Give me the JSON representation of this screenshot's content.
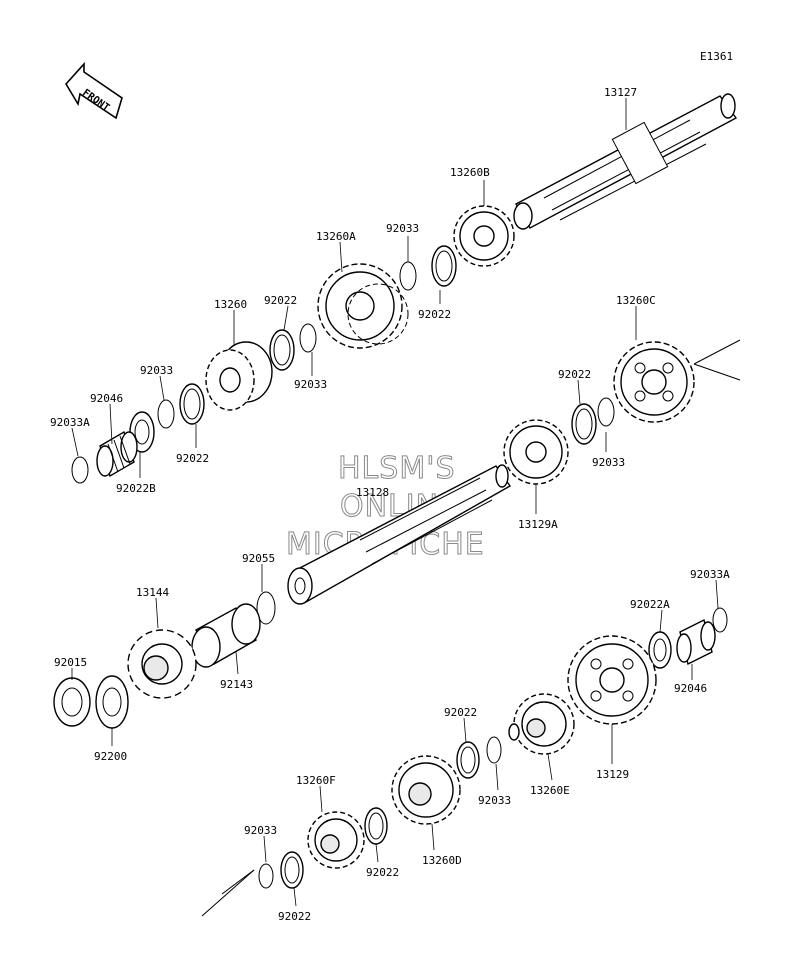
{
  "diagram_id": "E1361",
  "front_label": "FRONT",
  "watermark": [
    "HLSM'S",
    "ONLINE",
    "MICROFICHE"
  ],
  "parts": {
    "p13127": "13127",
    "p13260B": "13260B",
    "p92033_a": "92033",
    "p13260A": "13260A",
    "p92022_a": "92022",
    "p13260": "13260",
    "p92022_b": "92022",
    "p92033_b": "92033",
    "p92033_c": "92033",
    "p92046_a": "92046",
    "p92033A_a": "92033A",
    "p92022_c": "92022",
    "p92022B": "92022B",
    "p13260C": "13260C",
    "p92022_d": "92022",
    "p92033_d": "92033",
    "p13128": "13128",
    "p13129A": "13129A",
    "p92055": "92055",
    "p13144": "13144",
    "p92015": "92015",
    "p92143": "92143",
    "p92200": "92200",
    "p92033A_b": "92033A",
    "p92022A": "92022A",
    "p92046_b": "92046",
    "p92022_e": "92022",
    "p13260E": "13260E",
    "p92033_e": "92033",
    "p13129": "13129",
    "p13260F": "13260F",
    "p13260D": "13260D",
    "p92022_f": "92022",
    "p92033_f": "92033",
    "p92022_g": "92022"
  }
}
